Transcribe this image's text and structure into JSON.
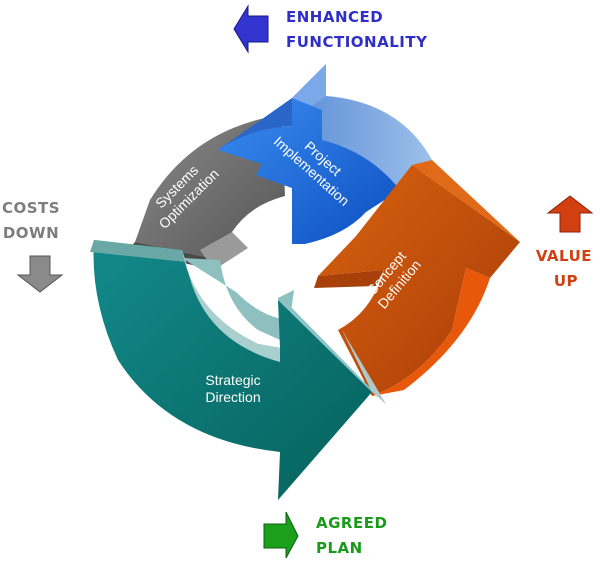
{
  "cycle": {
    "project": [
      "Project",
      "Implementation"
    ],
    "systems": [
      "Systems",
      "Optimization"
    ],
    "concept": [
      "Concept",
      "Definition"
    ],
    "strategic": [
      "Strategic",
      "Direction"
    ]
  },
  "outcomes": {
    "enhanced": [
      "ENHANCED",
      "FUNCTIONALITY"
    ],
    "costs": [
      "COSTS",
      "DOWN"
    ],
    "value": [
      "VALUE",
      "UP"
    ],
    "agreed": [
      "AGREED",
      "PLAN"
    ]
  },
  "colors": {
    "project": "#1e6fe0",
    "systems": "#6e6e6e",
    "concept": "#c9500c",
    "strategic": "#087a76",
    "enhanced": "#2f2fc8",
    "costs": "#7d7d7d",
    "value": "#d04010",
    "agreed": "#1a9a1a"
  },
  "icons": [
    "arrow-left-icon",
    "arrow-down-icon",
    "arrow-up-icon",
    "arrow-right-icon"
  ]
}
